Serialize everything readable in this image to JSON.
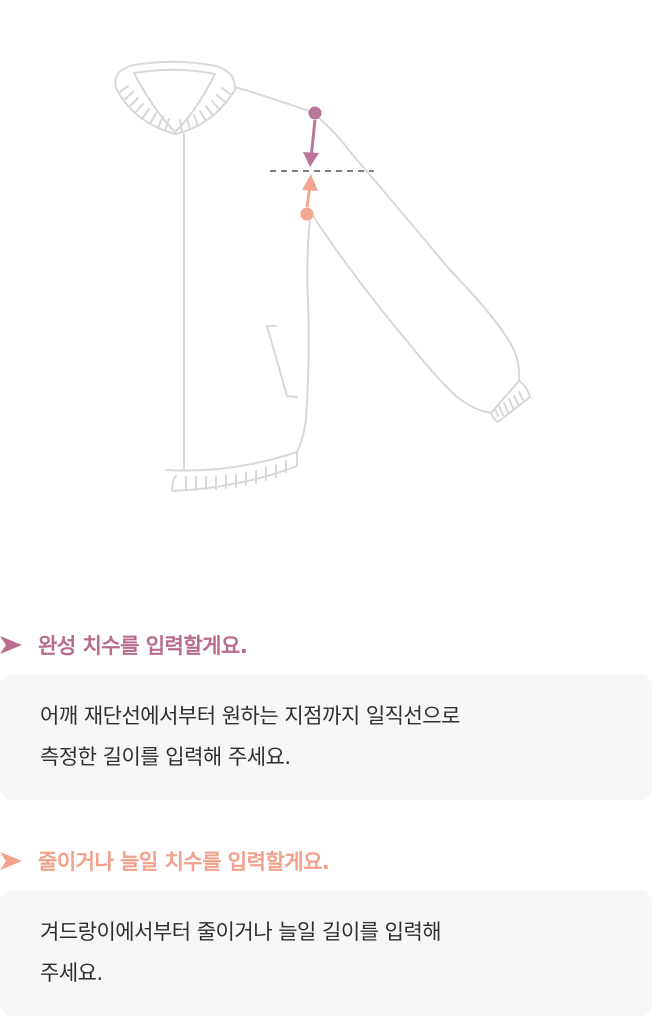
{
  "diagram": {
    "colors": {
      "outline": "#d8d8d8",
      "shoulder_marker": "#b8769a",
      "armpit_marker": "#f4a690",
      "guide_line": "#555555"
    },
    "icons": [
      "sweater-outline",
      "shoulder-point-marker",
      "armpit-point-marker",
      "down-arrow",
      "up-arrow",
      "dashed-guide-line"
    ]
  },
  "sections": [
    {
      "heading": "완성 치수를 입력할게요.",
      "color": "#b86c8e",
      "icon": "arrow-right-icon",
      "body_lines": [
        "어깨 재단선에서부터 원하는 지점까지 일직선으로",
        "측정한 길이를 입력해 주세요."
      ]
    },
    {
      "heading": "줄이거나 늘일 치수를 입력할게요.",
      "color": "#f2a18c",
      "icon": "arrow-right-icon",
      "body_lines": [
        "겨드랑이에서부터 줄이거나 늘일 길이를 입력해",
        "주세요."
      ]
    }
  ]
}
